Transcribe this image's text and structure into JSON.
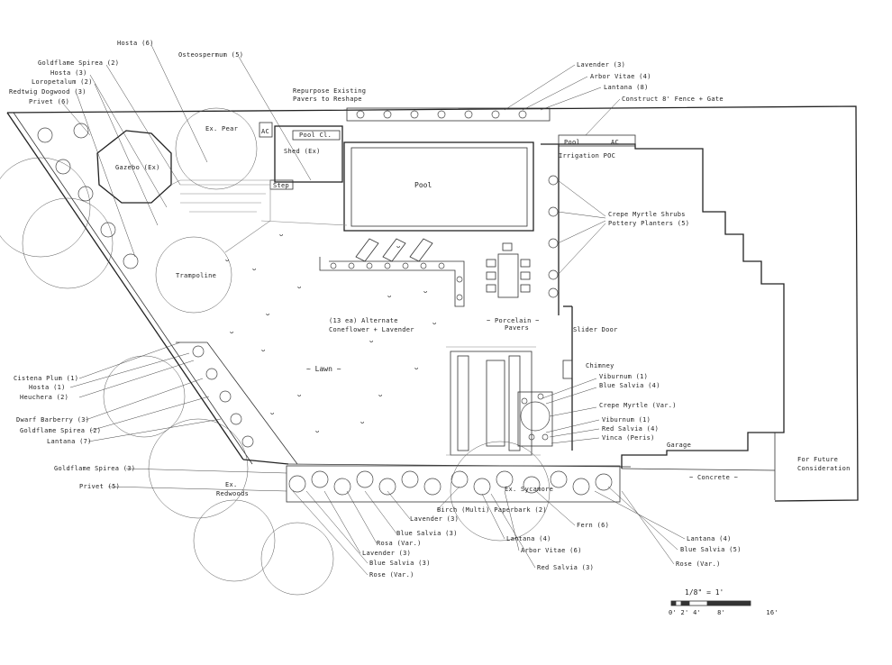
{
  "areas": {
    "gazebo": "Gazebo (Ex)",
    "ex_pear": "Ex. Pear",
    "ac_top": "AC",
    "shed": "Shed (Ex)",
    "step": "Step",
    "pool_closet": "Pool Cl.",
    "pool": "Pool",
    "trampoline": "Trampoline",
    "lawn": "~ Lawn ~",
    "porcelain_pavers": "~ Porcelain ~\nPavers",
    "pool_equip": "Pool",
    "ac_right": "AC",
    "irrigation": "Irrigation POC",
    "slider_door": "Slider Door",
    "chimney": "Chimney",
    "garage": "Garage",
    "concrete": "~ Concrete ~",
    "ex_redwoods": "Ex.\nRedwoods",
    "ex_sycamore": "Ex. Sycamore",
    "future": "For Future\nConsideration",
    "reuse_pavers": "Repurpose Existing\nPavers to Reshape"
  },
  "labels_left": [
    "Hosta (6)",
    "Goldflame Spirea (2)",
    "Hosta (3)",
    "Loropetalum (2)",
    "Redtwig Dogwood (3)",
    "Privet (6)",
    "Osteospermum (5)"
  ],
  "labels_top": [
    "Lavender (3)",
    "Arbor Vitae (4)",
    "Lantana (8)",
    "Construct 8' Fence + Gate"
  ],
  "labels_mid": [
    "(13 ea) Alternate",
    "Coneflower + Lavender",
    "Crepe Myrtle Shrubs",
    "Pottery Planters (5)"
  ],
  "labels_leftside": [
    "Cistena Plum (1)",
    "Hosta (1)",
    "Heuchera (2)",
    "Dwarf Barberry (3)",
    "Goldflame Spirea (2)",
    "Lantana (7)",
    "Goldflame Spirea (3)",
    "Privet (5)"
  ],
  "labels_rightplanter": [
    "Viburnum (1)",
    "Blue Salvia (4)",
    "Crepe Myrtle (Var.)",
    "Viburnum (1)",
    "Red Salvia (4)",
    "Vinca (Peris)"
  ],
  "labels_bottom": [
    "Birch (Multi) Paperbark (2)",
    "Lavender (3)",
    "Blue Salvia (3)",
    "Rosa (Var.)",
    "Lavender (3)",
    "Blue Salvia (3)",
    "Rose (Var.)",
    "Lantana (4)",
    "Arbor Vitae (6)",
    "Red Salvia (3)",
    "Fern (6)",
    "Lantana (4)",
    "Blue Salvia (5)",
    "Rose (Var.)"
  ],
  "scale": {
    "ratio": "1/8\" = 1'",
    "ticks": "0' 2' 4'    8'          16'"
  },
  "colors": {
    "ink": "#333333",
    "paper": "#ffffff"
  }
}
